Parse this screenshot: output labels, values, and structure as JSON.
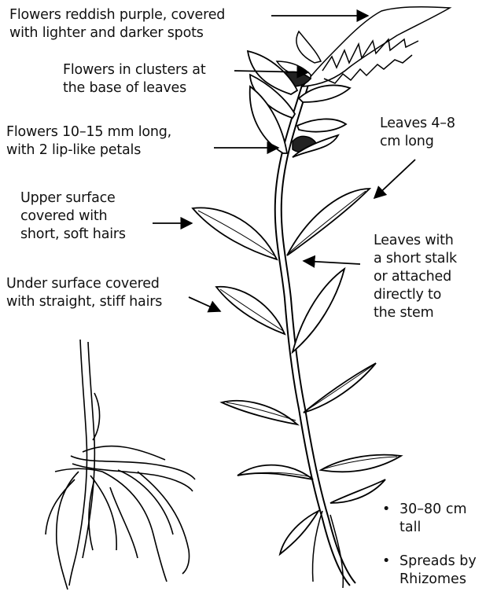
{
  "labels": {
    "flowers_color": [
      "Flowers reddish purple, covered",
      "with lighter and darker spots"
    ],
    "flowers_clusters": [
      "Flowers in clusters at",
      "the base of leaves"
    ],
    "flowers_size": [
      "Flowers 10–15 mm long,",
      "with 2 lip-like petals"
    ],
    "leaves_length": [
      "Leaves 4–8",
      "cm long"
    ],
    "upper_surface": [
      "Upper surface",
      "covered with",
      "short, soft hairs"
    ],
    "leaves_stalk": [
      "Leaves with",
      "a short stalk",
      "or attached",
      "directly to",
      "the stem"
    ],
    "under_surface": [
      "Under surface covered",
      "with straight, stiff hairs"
    ]
  },
  "facts": [
    {
      "bullet": "•",
      "lines": [
        "30–80 cm",
        "tall"
      ]
    },
    {
      "bullet": "•",
      "lines": [
        "Spreads by",
        "Rhizomes"
      ]
    }
  ]
}
